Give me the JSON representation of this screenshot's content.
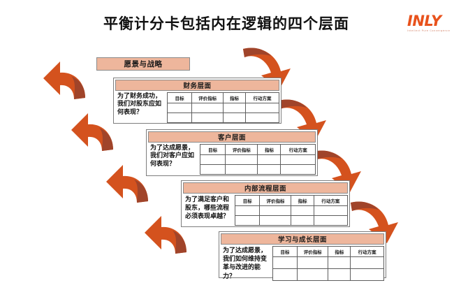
{
  "slide": {
    "title": "平衡计分卡包括内在逻辑的四个层面",
    "background": "#ffffff"
  },
  "logo": {
    "word": "INLY",
    "tagline": "Intellect   Pure   Convergence",
    "color": "#E8521C"
  },
  "vision": {
    "label": "愿景与战略"
  },
  "colors": {
    "header_fill": "#EEB69C",
    "arrow_light": "#D4521E",
    "arrow_dark": "#A0442A",
    "border": "#7d7d7d"
  },
  "table_headers": [
    "目标",
    "评价指标",
    "指标",
    "行动方案"
  ],
  "table_empty_rows": 2,
  "panels": [
    {
      "id": "financial",
      "title": "财务层面",
      "question": "为了财务成功，我们对股东应如何表现？"
    },
    {
      "id": "customer",
      "title": "客户层面",
      "question": "为了达成愿景，我们对客户应如何表现？"
    },
    {
      "id": "process",
      "title": "内部流程层面",
      "question": "为了满足客户和股东，哪些流程必须表现卓越？"
    },
    {
      "id": "learning",
      "title": "学习与成长层面",
      "question": "为了达成愿景，我们如何维持变革与改进的能力？"
    }
  ],
  "arrows": [
    {
      "name": "arrow-up-to-vision",
      "direction": "up-right"
    },
    {
      "name": "arrow-up-to-financial",
      "direction": "up-right"
    },
    {
      "name": "arrow-up-to-customer",
      "direction": "up-right"
    },
    {
      "name": "arrow-up-to-process",
      "direction": "up-right"
    },
    {
      "name": "arrow-down-from-vision",
      "direction": "down-right"
    },
    {
      "name": "arrow-down-from-financial",
      "direction": "down-right"
    },
    {
      "name": "arrow-down-from-customer",
      "direction": "down-right"
    },
    {
      "name": "arrow-down-from-process",
      "direction": "down-right"
    }
  ]
}
